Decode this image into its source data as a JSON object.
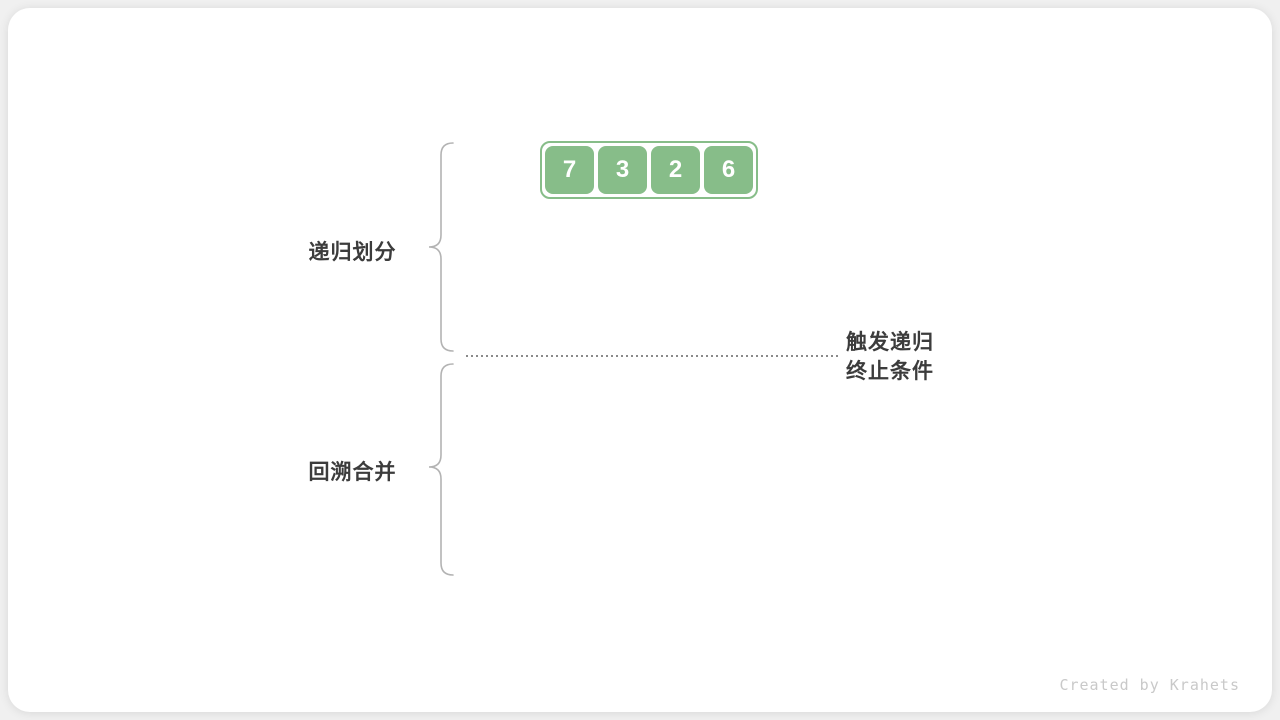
{
  "diagram": {
    "array": {
      "values": [
        "7",
        "3",
        "2",
        "6"
      ]
    },
    "labels": {
      "recursive_divide": "递归划分",
      "backtrack_merge": "回溯合并"
    },
    "annotation": {
      "line1": "触发递归",
      "line2": "终止条件"
    },
    "credit": "Created by Krahets",
    "colors": {
      "cell_green": "#87bd89",
      "text_dark": "#3c3c3c",
      "brace_gray": "#b3b3b3",
      "divider_gray": "#8a8a8a",
      "credit_gray": "#c9c9c9"
    }
  }
}
